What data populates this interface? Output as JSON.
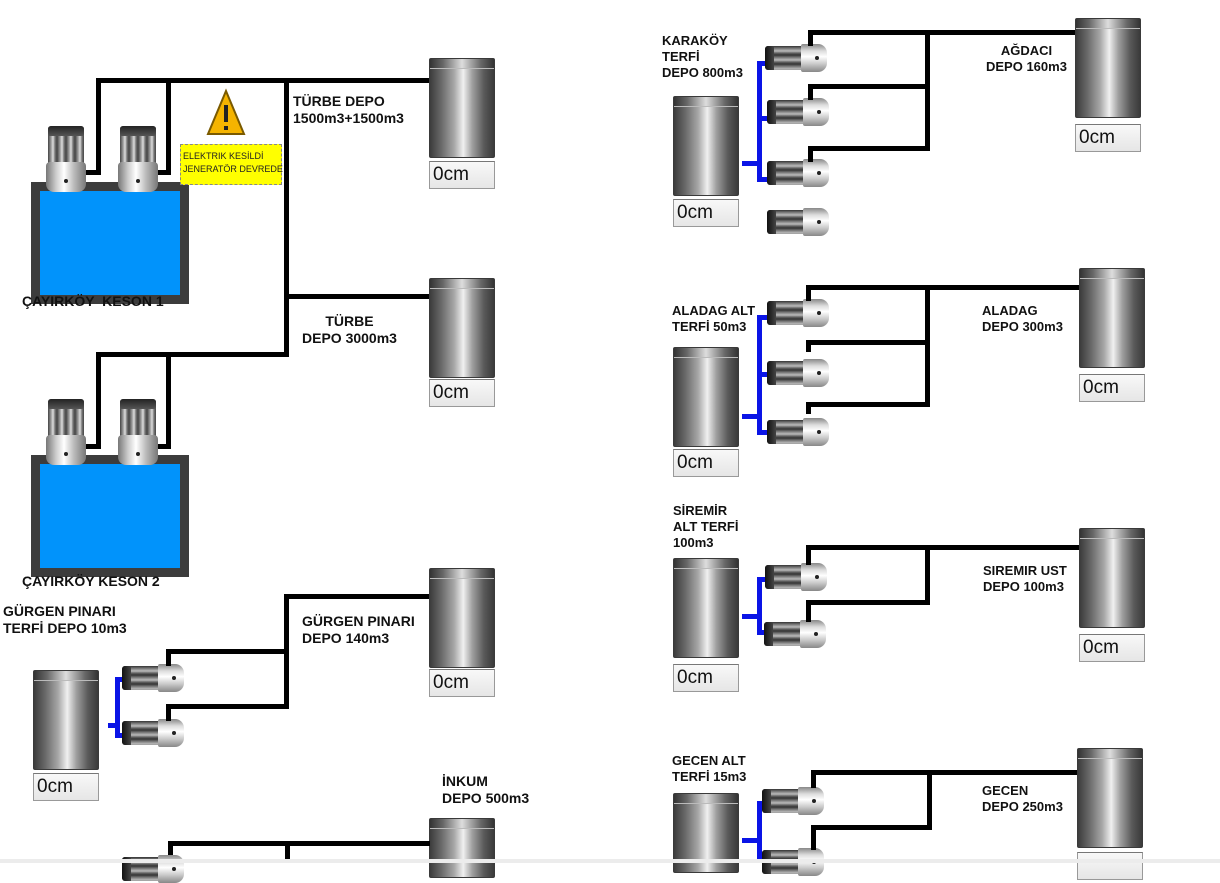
{
  "alarm": {
    "line1": "ELEKTRIK KESİLDİ",
    "line2": "JENERATÖR DEVREDE",
    "icon": "warning-triangle-icon"
  },
  "sources": [
    {
      "id": "keson1",
      "name": "ÇAYIRKÖY  KESON 1",
      "pumps": 2
    },
    {
      "id": "keson2",
      "name": "ÇAYIRKÖY KESON 2",
      "pumps": 2
    }
  ],
  "tanks": {
    "turbe_1500": {
      "name": "TÜRBE DEPO\n1500m3+1500m3",
      "level": "0cm"
    },
    "turbe_3000": {
      "name": "TÜRBE\nDEPO 3000m3",
      "level": "0cm"
    },
    "gurgen_terfi": {
      "name": "GÜRGEN PINARI\nTERFİ DEPO 10m3",
      "level": "0cm"
    },
    "gurgen_depo": {
      "name": "GÜRGEN PINARI\nDEPO 140m3",
      "level": "0cm"
    },
    "inkum_depo": {
      "name": "İNKUM\nDEPO 500m3",
      "level": ""
    },
    "karakoy_terfi": {
      "name": "KARAKÖY\nTERFİ\nDEPO 800m3",
      "level": "0cm"
    },
    "agdaci_depo": {
      "name": "AĞDACI\nDEPO 160m3",
      "level": "0cm"
    },
    "aladag_terfi": {
      "name": "ALADAG ALT\nTERFİ 50m3",
      "level": "0cm"
    },
    "aladag_depo": {
      "name": "ALADAG\nDEPO 300m3",
      "level": "0cm"
    },
    "siremir_terfi": {
      "name": "SİREMİR\nALT TERFİ\n100m3",
      "level": "0cm"
    },
    "siremir_depo": {
      "name": "SIREMIR UST\nDEPO 100m3",
      "level": "0cm"
    },
    "gecen_terfi": {
      "name": "GECEN ALT\nTERFİ 15m3",
      "level": ""
    },
    "gecen_depo": {
      "name": "GECEN\nDEPO 250m3",
      "level": ""
    }
  },
  "colors": {
    "keson_water": "#0193fb",
    "suction_pipe": "#0a14e6",
    "discharge_pipe": "#000000",
    "alarm_bg": "#ffff00"
  }
}
